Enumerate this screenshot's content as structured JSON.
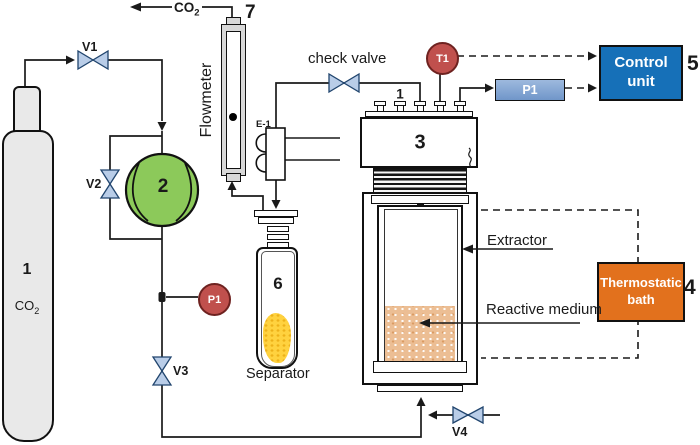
{
  "colors": {
    "pump_green": "#8CC95A",
    "valve_blue": "#B9CDE8",
    "sensor_red": "#C0504D",
    "transmitter_blue": "#7FA5D6",
    "control_unit_blue": "#1670B8",
    "bath_orange": "#E2711D",
    "medium_peach": "#ECBE94",
    "separator_yellow": "#FFD23F",
    "cylinder_gray": "#E9E9E9",
    "line_black": "#1a1a1a"
  },
  "cylinder": {
    "number": "1",
    "gas_text": "CO",
    "gas_sub": "2"
  },
  "co2_outlet": {
    "text": "CO",
    "sub": "2"
  },
  "valves": {
    "v1": "V1",
    "v2": "V2",
    "v3": "V3",
    "v4": "V4",
    "check": "check valve"
  },
  "pump": {
    "number": "2"
  },
  "flowmeter": {
    "label": "Flowmeter",
    "number": "7"
  },
  "heat_exchanger": {
    "label": "E-1"
  },
  "separator": {
    "number": "6",
    "label": "Separator"
  },
  "extractor": {
    "number": "3",
    "lid_number": "1",
    "label": "Extractor",
    "medium_label": "Reactive medium"
  },
  "sensors": {
    "t1": "T1",
    "p1_gauge": "P1",
    "p1_transmitter": "P1"
  },
  "control_unit": {
    "line1": "Control",
    "line2": "unit",
    "number": "5"
  },
  "bath": {
    "line1": "Thermostatic",
    "line2": "bath",
    "number": "4"
  }
}
